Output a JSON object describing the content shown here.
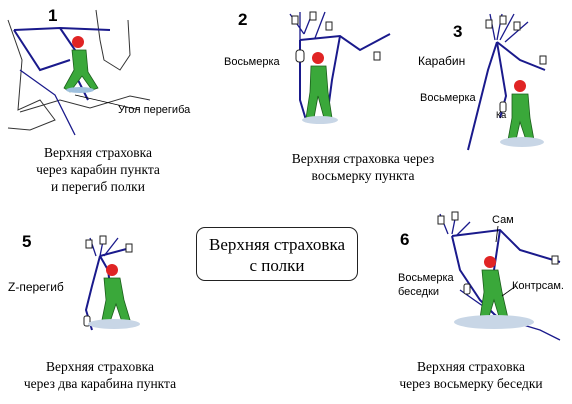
{
  "panels": [
    {
      "number": "1",
      "caption": [
        "Верхняя страховка",
        "через карабин пункта",
        "и перегиб полки"
      ],
      "labels": {
        "angle": "Угол перегиба"
      }
    },
    {
      "number": "2",
      "caption": [
        "Верхняя страховка через",
        "восьмерку пункта"
      ],
      "labels": {
        "figure8": "Восьмерка"
      }
    },
    {
      "number": "3",
      "caption": [],
      "labels": {
        "carabiner": "Карабин",
        "figure8": "Восьмерка",
        "ka": "Ка"
      }
    },
    {
      "number": "5",
      "caption": [
        "Верхняя страховка",
        "через два карабина пункта"
      ],
      "labels": {
        "zbend": "Z-перегиб"
      }
    },
    {
      "number": "6",
      "caption": [
        "Верхняя страховка",
        "через восьмерку беседки"
      ],
      "labels": {
        "figure8_harness_1": "Восьмерка",
        "figure8_harness_2": "беседки",
        "self": "Сам",
        "counterself": "Контрсам."
      }
    }
  ],
  "center_title": [
    "Верхняя страховка",
    "с полки"
  ],
  "colors": {
    "rope": "#1a1a8c",
    "climber": "#3aa83a",
    "helmet": "#e02424",
    "ledge": "#c8d6e6"
  }
}
